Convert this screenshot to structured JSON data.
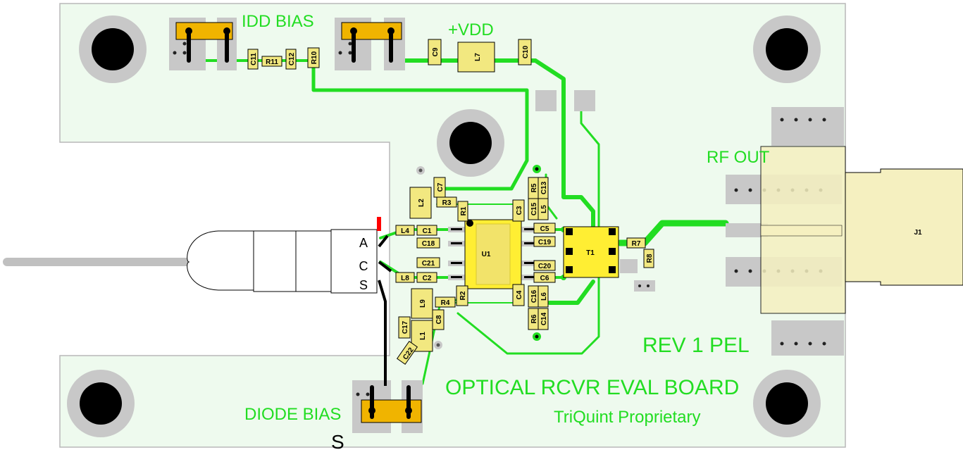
{
  "labels": {
    "idd_bias": "IDD BIAS",
    "vdd": "+VDD",
    "rf_out": "RF OUT",
    "rev": "REV 1 PEL",
    "board_name": "OPTICAL RCVR EVAL BOARD",
    "proprietary": "TriQuint Proprietary",
    "diode_bias": "DIODE BIAS",
    "s_marker": "S",
    "j1": "J1",
    "u1": "U1",
    "t1": "T1"
  },
  "pins": {
    "a": "A",
    "c": "C",
    "s": "S"
  },
  "components": {
    "c11": "C11",
    "r11": "R11",
    "c12": "C12",
    "r10": "R10",
    "c9": "C9",
    "l7": "L7",
    "c10": "C10",
    "c7": "C7",
    "l2": "L2",
    "r3": "R3",
    "r1": "R1",
    "c3": "C3",
    "c15": "C15",
    "l5": "L5",
    "r5": "R5",
    "c13": "C13",
    "l4": "L4",
    "c1": "C1",
    "c18": "C18",
    "c21": "C21",
    "l8": "L8",
    "c2": "C2",
    "c5": "C5",
    "c19": "C19",
    "c20": "C20",
    "c6": "C6",
    "r7": "R7",
    "r8": "R8",
    "r2": "R2",
    "r4": "R4",
    "l9": "L9",
    "c8": "C8",
    "c17": "C17",
    "l1": "L1",
    "c22": "C22",
    "c4": "C4",
    "c16": "C16",
    "l6": "L6",
    "r6": "R6",
    "c14": "C14"
  },
  "colors": {
    "board": "#eefaee",
    "trace": "#22dd22",
    "pad": "#c8c8c8",
    "component": "#f2e880",
    "jumper": "#f0b400"
  }
}
